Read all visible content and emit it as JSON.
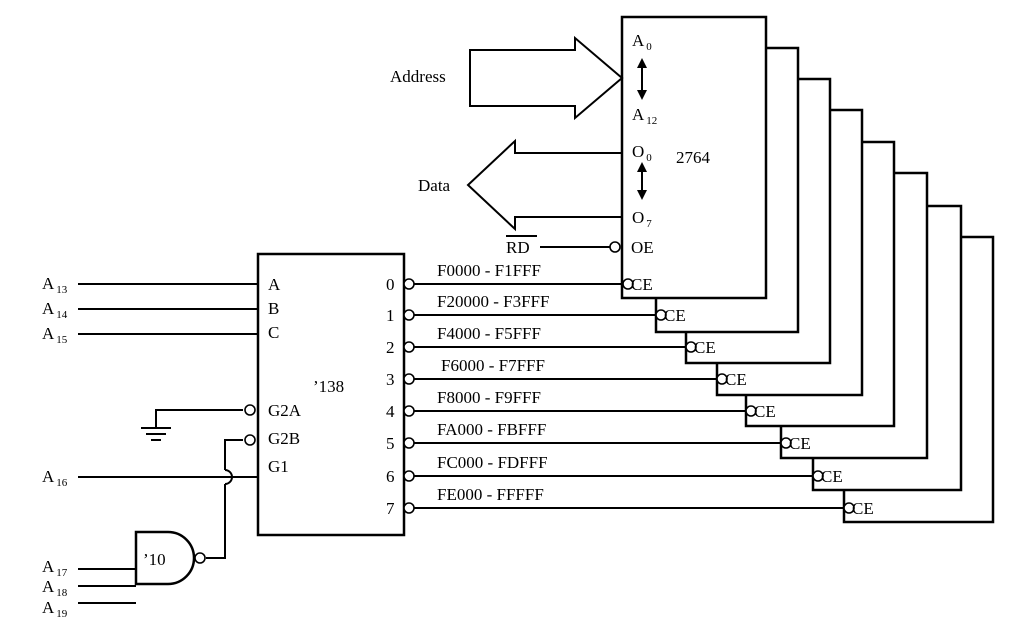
{
  "memory": {
    "part_number": "2764",
    "addr_low_base": "A",
    "addr_low_sub": "0",
    "addr_high_base": "A",
    "addr_high_sub": "12",
    "data_low_base": "O",
    "data_low_sub": "0",
    "data_high_base": "O",
    "data_high_sub": "7",
    "oe_label": "OE",
    "ce_label": "CE"
  },
  "buses": {
    "address_label": "Address",
    "data_label": "Data"
  },
  "read_signal": "RD",
  "decoder": {
    "part_label": "’138",
    "inputs": [
      "A",
      "B",
      "C"
    ],
    "enables": [
      "G2A",
      "G2B",
      "G1"
    ],
    "outputs": [
      "0",
      "1",
      "2",
      "3",
      "4",
      "5",
      "6",
      "7"
    ]
  },
  "address_lines": [
    {
      "base": "A",
      "sub": "13"
    },
    {
      "base": "A",
      "sub": "14"
    },
    {
      "base": "A",
      "sub": "15"
    },
    {
      "base": "A",
      "sub": "16"
    },
    {
      "base": "A",
      "sub": "17"
    },
    {
      "base": "A",
      "sub": "18"
    },
    {
      "base": "A",
      "sub": "19"
    }
  ],
  "ranges": [
    "F0000 - F1FFF",
    "F20000 - F3FFF",
    "F4000 - F5FFF",
    "F6000 - F7FFF",
    "F8000 - F9FFF",
    "FA000 - FBFFF",
    "FC000 - FDFFF",
    "FE000 - FFFFF"
  ],
  "nand_gate_label": "’10"
}
